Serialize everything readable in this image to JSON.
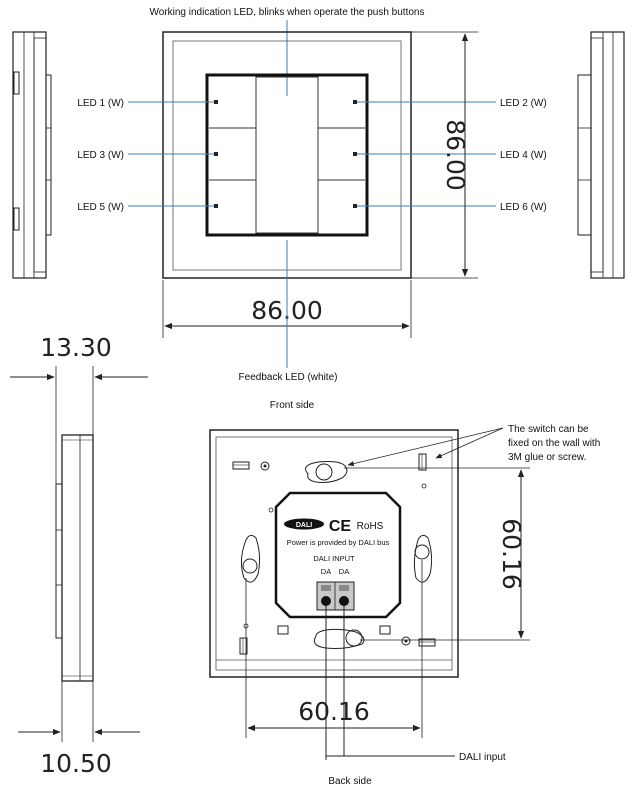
{
  "top_note": "Working indication LED, blinks when operate the push buttons",
  "leds_left": [
    "LED 1 (W)",
    "LED 3 (W)",
    "LED 5 (W)"
  ],
  "leds_right": [
    "LED 2 (W)",
    "LED 4 (W)",
    "LED 6 (W)"
  ],
  "dims": {
    "width": "86.00",
    "height": "86.00",
    "depth_total": "13.30",
    "depth_frame": "10.50",
    "back_height": "60.16",
    "back_width": "60.16"
  },
  "feedback_led": "Feedback LED (white)",
  "front_side": "Front side",
  "back_side": "Back side",
  "mount_note": [
    "The switch can be",
    "fixed on the wall with",
    "3M glue or screw."
  ],
  "back_label": {
    "dali": "DALI",
    "ce": "CE",
    "rohs": "RoHS",
    "power": "Power is provided by DALI bus",
    "input": "DALI INPUT",
    "da1": "DA",
    "da2": "DA"
  },
  "dali_input": "DALI input"
}
